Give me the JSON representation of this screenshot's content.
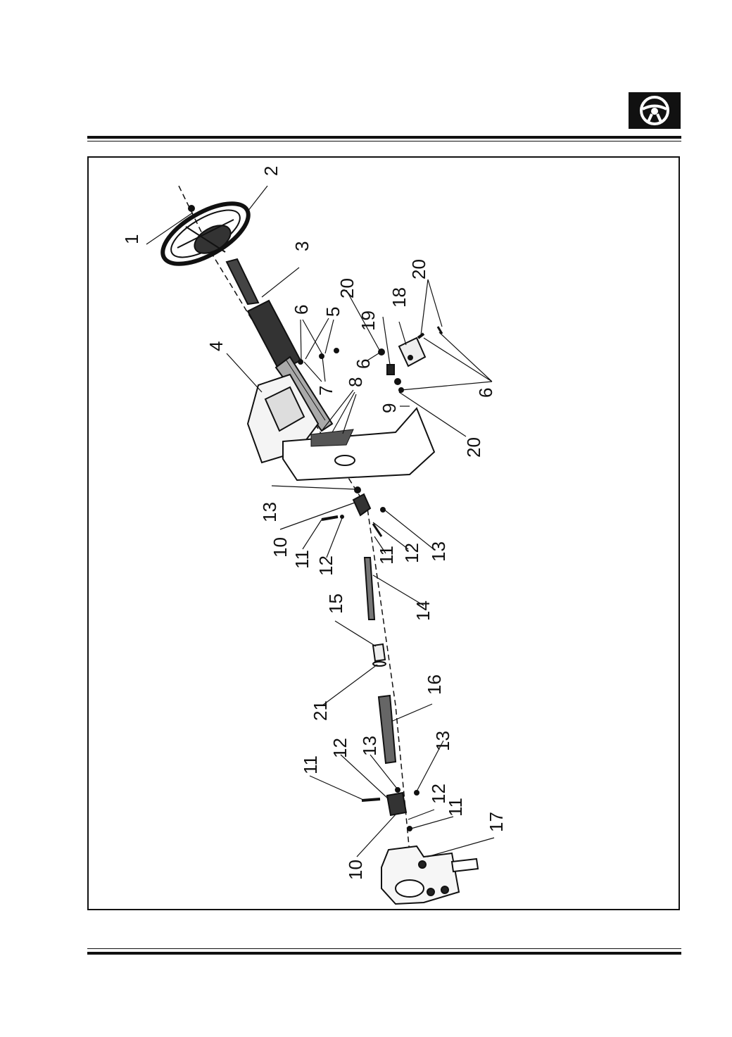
{
  "header": {
    "icon": "steering-wheel-icon"
  },
  "diagram": {
    "callouts": [
      "1",
      "2",
      "3",
      "4",
      "5",
      "6",
      "7",
      "8",
      "9",
      "10",
      "11",
      "12",
      "13",
      "14",
      "15",
      "16",
      "17",
      "18",
      "19",
      "20",
      "21"
    ],
    "labels": [
      {
        "text": "1"
      },
      {
        "text": "2"
      },
      {
        "text": "3"
      },
      {
        "text": "4"
      },
      {
        "text": "5"
      },
      {
        "text": "6"
      },
      {
        "text": "7"
      },
      {
        "text": "8"
      },
      {
        "text": "20"
      },
      {
        "text": "19"
      },
      {
        "text": "18"
      },
      {
        "text": "20"
      },
      {
        "text": "6"
      },
      {
        "text": "6"
      },
      {
        "text": "9"
      },
      {
        "text": "20"
      },
      {
        "text": "13"
      },
      {
        "text": "10"
      },
      {
        "text": "11"
      },
      {
        "text": "12"
      },
      {
        "text": "11"
      },
      {
        "text": "12"
      },
      {
        "text": "13"
      },
      {
        "text": "14"
      },
      {
        "text": "15"
      },
      {
        "text": "21"
      },
      {
        "text": "16"
      },
      {
        "text": "11"
      },
      {
        "text": "12"
      },
      {
        "text": "13"
      },
      {
        "text": "13"
      },
      {
        "text": "12"
      },
      {
        "text": "11"
      },
      {
        "text": "10"
      },
      {
        "text": "17"
      }
    ]
  }
}
